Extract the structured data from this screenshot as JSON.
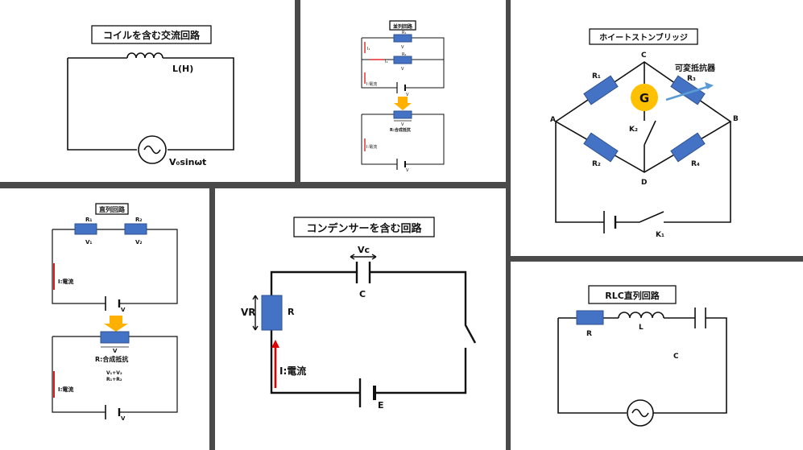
{
  "panels": {
    "coil": {
      "title": "コイルを含む交流回路",
      "inductor": "L(H)",
      "source": "V₀sinωt"
    },
    "parallel": {
      "title": "並列回路",
      "r1": "R₁",
      "r2": "R₂",
      "v_top": "V",
      "v_mid": "V",
      "i1": "I₁",
      "i2": "I₂",
      "current": "I:電流",
      "battery_v": "V",
      "combined_v": "V",
      "combined": "R:合成抵抗",
      "current2": "I:電流",
      "battery_v2": "V"
    },
    "bridge": {
      "title": "ホイートストンブリッジ",
      "node_a": "A",
      "node_b": "B",
      "node_c": "C",
      "node_d": "D",
      "r1": "R₁",
      "r2": "R₂",
      "r3": "R₃",
      "r4": "R₄",
      "variable": "可変抵抗器",
      "galvanometer": "G",
      "k2": "K₂",
      "k1": "K₁"
    },
    "series": {
      "title": "直列回路",
      "r1": "R₁",
      "r2": "R₂",
      "v1": "V₁",
      "v2": "V₂",
      "current": "I:電流",
      "battery_v": "V",
      "combined_v": "V",
      "combined": "R:合成抵抗",
      "formula_top": "V₁+V₂",
      "formula_bottom": "R₁+R₂",
      "current2": "I:電流",
      "battery_v2": "V"
    },
    "capacitor": {
      "title": "コンデンサーを含む回路",
      "vc": "Vc",
      "c": "C",
      "vr": "VR",
      "r": "R",
      "current": "I:電流",
      "e": "E"
    },
    "rlc": {
      "title": "RLC直列回路",
      "r": "R",
      "l": "L",
      "c": "C"
    }
  },
  "colors": {
    "resistor": "#4472c4",
    "current_arrow": "#e00000",
    "down_arrow": "#ffb000",
    "galvanometer": "#ffc000",
    "variable_arrow": "#5b9bd5",
    "border": "#4a4a4a"
  }
}
